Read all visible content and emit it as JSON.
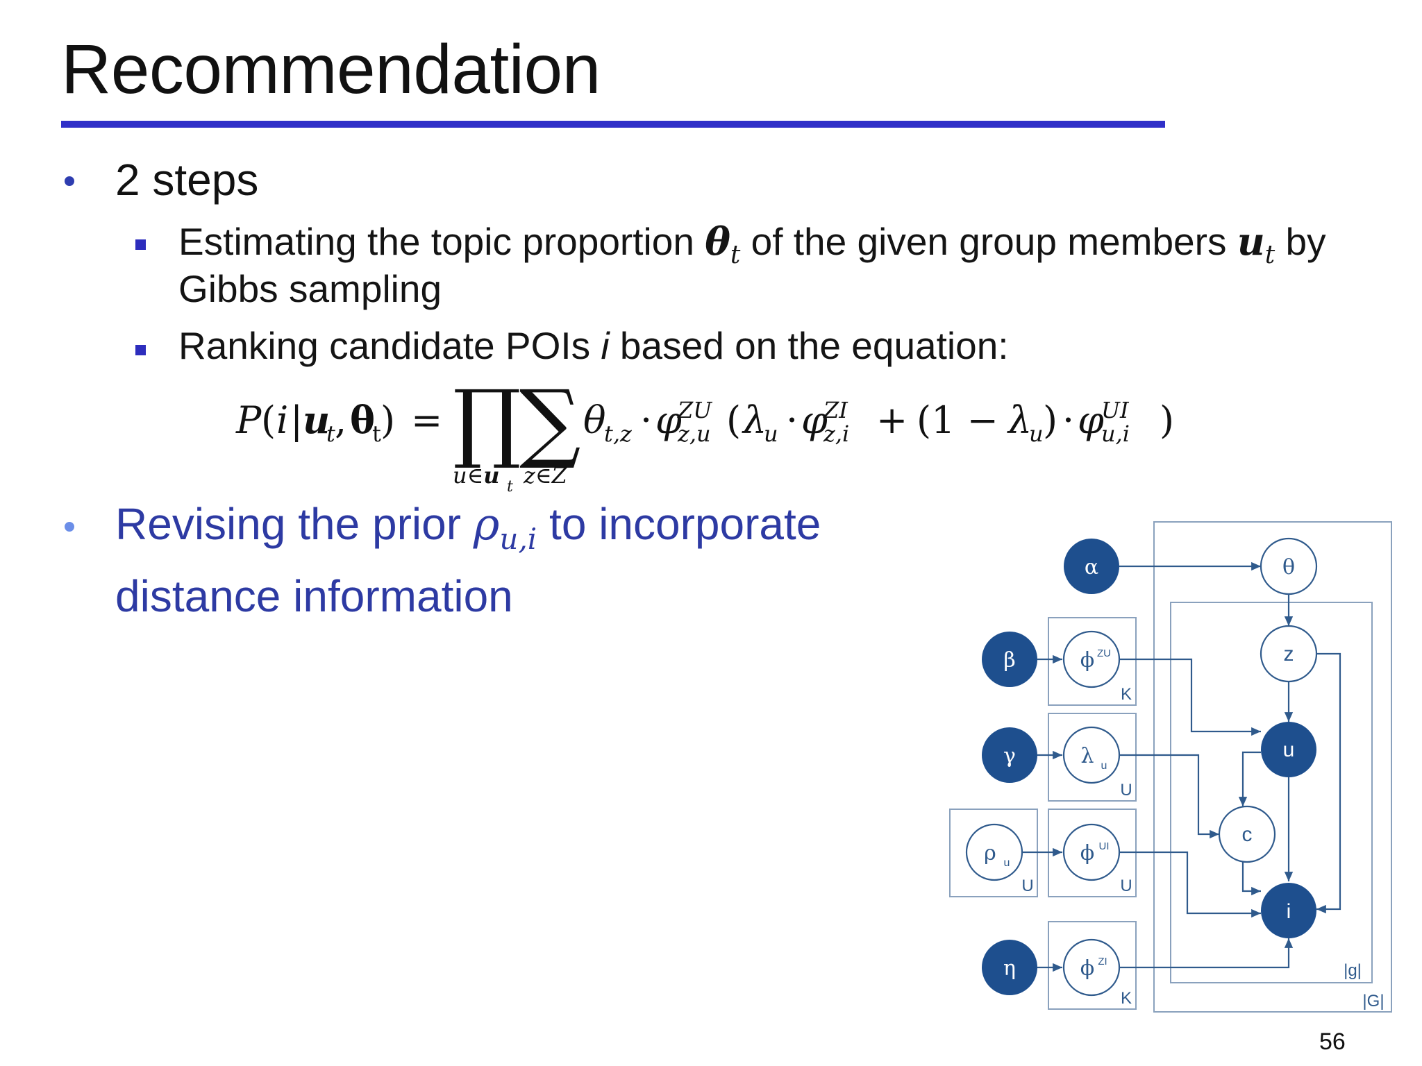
{
  "slide": {
    "title": "Recommendation",
    "page_number": "56",
    "accent_color": "#3030c8",
    "bullet_blue": "#2d3aa3"
  },
  "bullet1": {
    "text": "2 steps",
    "sub1": {
      "part_a": "Estimating the topic proportion ",
      "theta": "θ",
      "theta_sub": "t",
      "part_b": " of the given group members ",
      "u": "u",
      "u_sub": "t",
      "part_c": " by",
      "line2": "Gibbs sampling"
    },
    "sub2": {
      "part_a": "Ranking candidate POIs ",
      "i": "i",
      "part_b": " based on the equation:"
    }
  },
  "equation": {
    "lhs_P": "P",
    "lhs_open": "(",
    "lhs_i": "i",
    "lhs_bar": "|",
    "lhs_u": "u",
    "lhs_u_sub": "t",
    "lhs_comma": ",",
    "lhs_theta": "θ",
    "lhs_theta_sub": "t",
    "lhs_close": ")",
    "equals": "=",
    "prod": "∏",
    "sum": "∑",
    "prod_under": "u∈",
    "prod_under_u": "u",
    "prod_under_sub": "t",
    "sum_under": "z∈Z",
    "theta": "θ",
    "theta_sub": "t,z",
    "dot": "·",
    "phi": "φ",
    "phi1_sup": "ZU",
    "phi1_sub": "z,u",
    "open": "(",
    "lambda": "λ",
    "lambda_sub": "u",
    "phi2_sup": "ZI",
    "phi2_sub": "z,i",
    "plus": "+",
    "one_minus": "(1 −",
    "close": ")",
    "phi3_sup": "UI",
    "phi3_sub": "u,i"
  },
  "bullet2": {
    "part_a": "Revising the prior ",
    "rho": "ρ",
    "rho_sub": "u,i",
    "part_b": " to incorporate",
    "line2": "distance information"
  },
  "diagram": {
    "nodes": {
      "alpha": "α",
      "beta": "β",
      "gamma": "γ",
      "rho": "ρ",
      "rho_sub": "u",
      "eta": "η",
      "phi_zu": "ϕ",
      "phi_zu_sup": "ZU",
      "lambda": "λ",
      "lambda_sub": "u",
      "phi_ui": "ϕ",
      "phi_ui_sup": "UI",
      "phi_zi": "ϕ",
      "phi_zi_sup": "ZI",
      "theta": "θ",
      "z": "z",
      "u": "u",
      "c": "c",
      "i": "i"
    },
    "plates": {
      "K1": "K",
      "U1": "U",
      "U_rho": "U",
      "U2": "U",
      "K2": "K",
      "g_small": "|g|",
      "G_big": "|G|"
    },
    "filled_color": "#1f4f8f",
    "line_color": "#3a5f8f"
  }
}
